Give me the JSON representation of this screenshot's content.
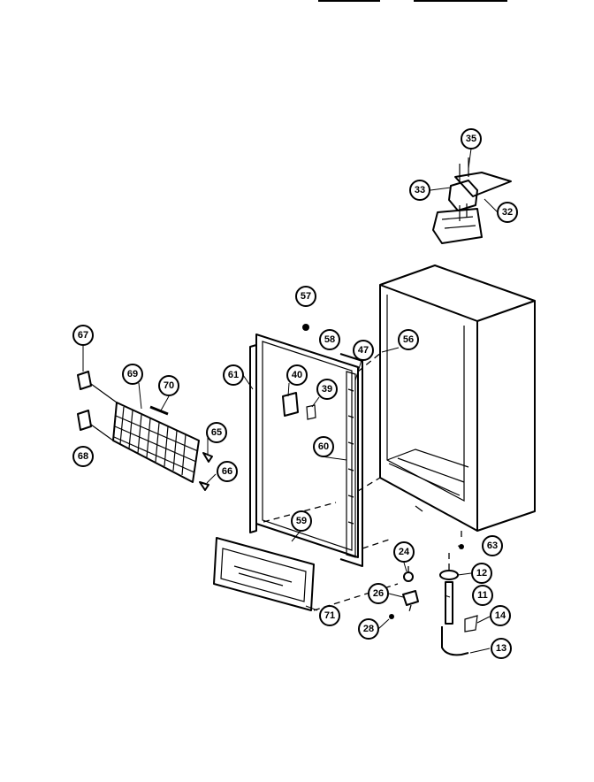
{
  "colors": {
    "ink": "#000000",
    "paper": "#ffffff"
  },
  "callouts": [
    {
      "id": "c35",
      "label": "35"
    },
    {
      "id": "c33",
      "label": "33"
    },
    {
      "id": "c32",
      "label": "32"
    },
    {
      "id": "c57",
      "label": "57"
    },
    {
      "id": "c58",
      "label": "58"
    },
    {
      "id": "c56",
      "label": "56"
    },
    {
      "id": "c47",
      "label": "47"
    },
    {
      "id": "c61",
      "label": "61"
    },
    {
      "id": "c40",
      "label": "40"
    },
    {
      "id": "c39",
      "label": "39"
    },
    {
      "id": "c67",
      "label": "67"
    },
    {
      "id": "c69",
      "label": "69"
    },
    {
      "id": "c70",
      "label": "70"
    },
    {
      "id": "c68",
      "label": "68"
    },
    {
      "id": "c65",
      "label": "65"
    },
    {
      "id": "c66",
      "label": "66"
    },
    {
      "id": "c60",
      "label": "60"
    },
    {
      "id": "c59",
      "label": "59"
    },
    {
      "id": "c63",
      "label": "63"
    },
    {
      "id": "c24",
      "label": "24"
    },
    {
      "id": "c12",
      "label": "12"
    },
    {
      "id": "c26",
      "label": "26"
    },
    {
      "id": "c11",
      "label": "11"
    },
    {
      "id": "c71",
      "label": "71"
    },
    {
      "id": "c14",
      "label": "14"
    },
    {
      "id": "c28",
      "label": "28"
    },
    {
      "id": "c13",
      "label": "13"
    }
  ]
}
